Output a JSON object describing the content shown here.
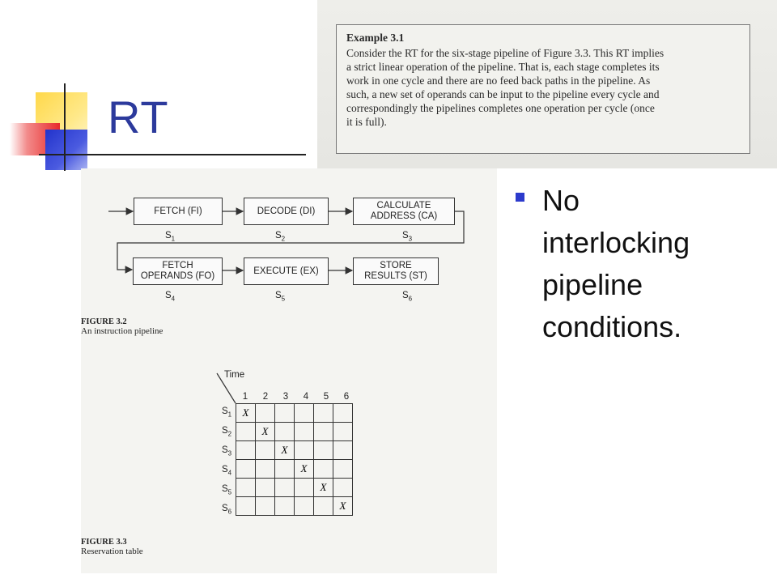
{
  "slide": {
    "title": "RT",
    "bullet": [
      "No",
      "interlocking",
      "pipeline",
      "conditions."
    ]
  },
  "example": {
    "title": "Example 3.1",
    "lines": [
      "Consider the RT for the six-stage pipeline of Figure 3.3. This RT implies",
      "a strict linear operation of the pipeline. That is, each stage completes its",
      "work in one cycle and there are no feed back paths in the pipeline. As",
      "such, a new set of operands can be input to the pipeline every cycle and",
      "correspondingly the pipelines completes one operation per cycle (once",
      "it is full)."
    ]
  },
  "figure32": {
    "stages": [
      {
        "line1": "FETCH (FI)",
        "line2": "",
        "label": "S",
        "sub": "1"
      },
      {
        "line1": "DECODE (DI)",
        "line2": "",
        "label": "S",
        "sub": "2"
      },
      {
        "line1": "CALCULATE",
        "line2": "ADDRESS (CA)",
        "label": "S",
        "sub": "3"
      },
      {
        "line1": "FETCH",
        "line2": "OPERANDS (FO)",
        "label": "S",
        "sub": "4"
      },
      {
        "line1": "EXECUTE (EX)",
        "line2": "",
        "label": "S",
        "sub": "5"
      },
      {
        "line1": "STORE",
        "line2": "RESULTS (ST)",
        "label": "S",
        "sub": "6"
      }
    ],
    "caption_title": "FIGURE 3.2",
    "caption_sub": "An instruction pipeline"
  },
  "figure33": {
    "time_label": "Time",
    "columns": [
      "1",
      "2",
      "3",
      "4",
      "5",
      "6"
    ],
    "rows": [
      {
        "label": "S",
        "sub": "1",
        "marks": [
          "X",
          "",
          "",
          "",
          "",
          ""
        ]
      },
      {
        "label": "S",
        "sub": "2",
        "marks": [
          "",
          "X",
          "",
          "",
          "",
          ""
        ]
      },
      {
        "label": "S",
        "sub": "3",
        "marks": [
          "",
          "",
          "X",
          "",
          "",
          ""
        ]
      },
      {
        "label": "S",
        "sub": "4",
        "marks": [
          "",
          "",
          "",
          "X",
          "",
          ""
        ]
      },
      {
        "label": "S",
        "sub": "5",
        "marks": [
          "",
          "",
          "",
          "",
          "X",
          ""
        ]
      },
      {
        "label": "S",
        "sub": "6",
        "marks": [
          "",
          "",
          "",
          "",
          "",
          "X"
        ]
      }
    ],
    "caption_title": "FIGURE 3.3",
    "caption_sub": "Reservation table"
  }
}
